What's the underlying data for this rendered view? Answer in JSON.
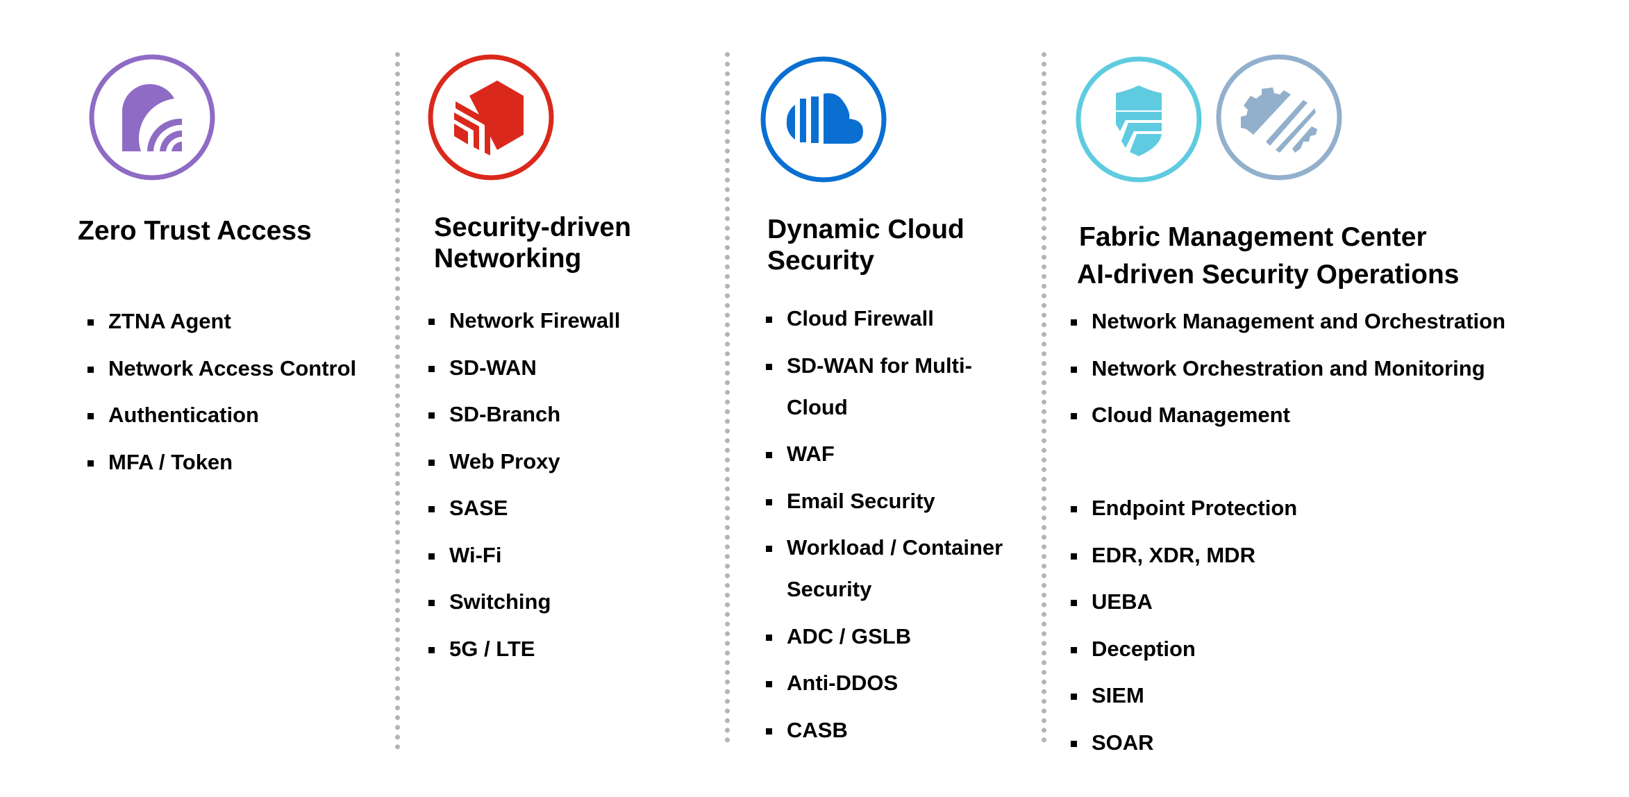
{
  "columns": [
    {
      "id": "zero-trust",
      "title_lines": [
        "Zero Trust Access"
      ],
      "icons": [
        {
          "name": "zero-trust-access-icon",
          "color": "#8e6bc4"
        }
      ],
      "items": [
        "ZTNA Agent",
        "Network Access Control",
        "Authentication",
        "MFA / Token"
      ]
    },
    {
      "id": "networking",
      "title_lines": [
        "Security-driven",
        "Networking"
      ],
      "icons": [
        {
          "name": "security-networking-icon",
          "color": "#da291c"
        }
      ],
      "items": [
        "Network Firewall",
        "SD-WAN",
        "SD-Branch",
        "Web Proxy",
        "SASE",
        "Wi-Fi",
        "Switching",
        "5G / LTE"
      ]
    },
    {
      "id": "cloud",
      "title_lines": [
        "Dynamic Cloud",
        "Security"
      ],
      "icons": [
        {
          "name": "cloud-security-icon",
          "color": "#0a6fd1"
        }
      ],
      "items": [
        "Cloud Firewall",
        "SD-WAN for Multi-Cloud",
        "WAF",
        "Email Security",
        "Workload / Container Security",
        "ADC / GSLB",
        "Anti-DDOS",
        "CASB"
      ]
    },
    {
      "id": "management",
      "title_lines": [
        "Fabric Management Center",
        "AI-driven Security Operations"
      ],
      "icons": [
        {
          "name": "shield-icon",
          "color": "#5fcbe0"
        },
        {
          "name": "gear-icon",
          "color": "#92b0cc"
        }
      ],
      "items_group1": [
        "Network Management and Orchestration",
        "Network Orchestration and Monitoring",
        "Cloud Management"
      ],
      "items_group2": [
        "Endpoint Protection",
        "EDR, XDR, MDR",
        "UEBA",
        "Deception",
        "SIEM",
        "SOAR"
      ]
    }
  ],
  "colors": {
    "divider": "#b4b4b4",
    "text": "#000000"
  }
}
